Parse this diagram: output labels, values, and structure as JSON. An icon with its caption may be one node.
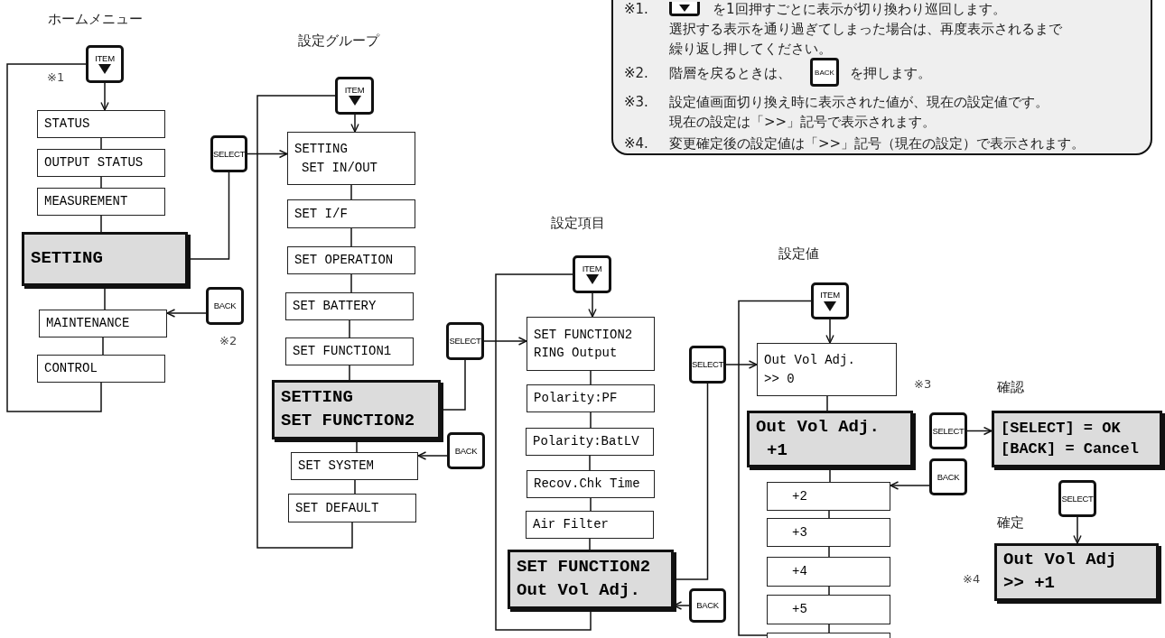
{
  "diagram": {
    "nodes": [
      {
        "text": [
          "ITEM"
        ]
      },
      {
        "text": [
          "STATUS"
        ]
      },
      {
        "text": [
          "OUTPUT STATUS"
        ]
      },
      {
        "text": [
          "MEASUREMENT"
        ]
      },
      {
        "text": [
          "SETTING"
        ]
      },
      {
        "text": [
          "MAINTENANCE"
        ]
      },
      {
        "text": [
          "CONTROL"
        ]
      },
      {
        "text": [
          "SELECT"
        ]
      },
      {
        "text": [
          "BACK"
        ]
      },
      {
        "text": [
          "ITEM"
        ]
      },
      {
        "text": [
          "SETTING",
          "SET IN/OUT"
        ]
      },
      {
        "text": [
          "SET I/F"
        ]
      },
      {
        "text": [
          "SET OPERATION"
        ]
      },
      {
        "text": [
          "SET BATTERY"
        ]
      },
      {
        "text": [
          "SET FUNCTION1"
        ]
      },
      {
        "text": [
          "SETTING",
          "SET FUNCTION2"
        ]
      },
      {
        "text": [
          "SET SYSTEM"
        ]
      },
      {
        "text": [
          "SET DEFAULT"
        ]
      },
      {
        "text": [
          "SELECT"
        ]
      },
      {
        "text": [
          "BACK"
        ]
      },
      {
        "text": [
          "ITEM"
        ]
      },
      {
        "text": [
          "SET FUNCTION2",
          "RING Output"
        ]
      },
      {
        "text": [
          "Polarity:PF"
        ]
      },
      {
        "text": [
          "Polarity:BatLV"
        ]
      },
      {
        "text": [
          "Recov.Chk Time"
        ]
      },
      {
        "text": [
          "Air Filter"
        ]
      },
      {
        "text": [
          "SET FUNCTION2",
          "Out Vol Adj."
        ]
      },
      {
        "text": [
          "SELECT"
        ]
      },
      {
        "text": [
          "BACK"
        ]
      },
      {
        "text": [
          "ITEM"
        ]
      },
      {
        "text": [
          "Out Vol Adj.",
          ">> 0"
        ]
      },
      {
        "text": [
          "Out Vol Adj.",
          "+1"
        ]
      },
      {
        "text": [
          "+2"
        ]
      },
      {
        "text": [
          "+3"
        ]
      },
      {
        "text": [
          "+4"
        ]
      },
      {
        "text": [
          "+5"
        ]
      },
      {
        "text": [],
        "shape": "box"
      },
      {
        "text": [
          "SELECT"
        ]
      },
      {
        "text": [
          "BACK"
        ]
      },
      {
        "text": [
          "[SELECT] = OK",
          "[BACK] = Cancel"
        ]
      },
      {
        "text": [
          "SELECT"
        ]
      },
      {
        "text": [
          "Out Vol Adj",
          ">> +1"
        ]
      }
    ],
    "edges": [
      {
        "from": 0,
        "to": 1,
        "arrow": "to"
      },
      {
        "from": 1,
        "to": 2,
        "arrow": "none"
      },
      {
        "from": 2,
        "to": 3,
        "arrow": "none"
      },
      {
        "from": 3,
        "to": 4,
        "arrow": "none"
      },
      {
        "from": 4,
        "to": 5,
        "arrow": "none"
      },
      {
        "from": 5,
        "to": 6,
        "arrow": "none"
      },
      {
        "from": 6,
        "to": 0,
        "arrow": "none"
      },
      {
        "from": 4,
        "to": 7,
        "arrow": "none"
      },
      {
        "from": 7,
        "to": 10,
        "arrow": "to"
      },
      {
        "from": 8,
        "to": 5,
        "arrow": "to"
      },
      {
        "from": 9,
        "to": 10,
        "arrow": "to"
      },
      {
        "from": 10,
        "to": 11,
        "arrow": "none"
      },
      {
        "from": 11,
        "to": 12,
        "arrow": "none"
      },
      {
        "from": 12,
        "to": 13,
        "arrow": "none"
      },
      {
        "from": 13,
        "to": 14,
        "arrow": "none"
      },
      {
        "from": 14,
        "to": 15,
        "arrow": "none"
      },
      {
        "from": 15,
        "to": 16,
        "arrow": "none"
      },
      {
        "from": 16,
        "to": 17,
        "arrow": "none"
      },
      {
        "from": 17,
        "to": 9,
        "arrow": "none"
      },
      {
        "from": 15,
        "to": 18,
        "arrow": "none"
      },
      {
        "from": 18,
        "to": 21,
        "arrow": "to"
      },
      {
        "from": 19,
        "to": 16,
        "arrow": "to"
      },
      {
        "from": 20,
        "to": 21,
        "arrow": "to"
      },
      {
        "from": 21,
        "to": 22,
        "arrow": "none"
      },
      {
        "from": 22,
        "to": 23,
        "arrow": "none"
      },
      {
        "from": 23,
        "to": 24,
        "arrow": "none"
      },
      {
        "from": 24,
        "to": 25,
        "arrow": "none"
      },
      {
        "from": 25,
        "to": 26,
        "arrow": "none"
      },
      {
        "from": 26,
        "to": 20,
        "arrow": "none"
      },
      {
        "from": 26,
        "to": 27,
        "arrow": "none"
      },
      {
        "from": 27,
        "to": 30,
        "arrow": "to"
      },
      {
        "from": 28,
        "to": 26,
        "arrow": "to"
      },
      {
        "from": 29,
        "to": 30,
        "arrow": "to"
      },
      {
        "from": 30,
        "to": 31,
        "arrow": "none"
      },
      {
        "from": 31,
        "to": 32,
        "arrow": "none"
      },
      {
        "from": 32,
        "to": 33,
        "arrow": "none"
      },
      {
        "from": 33,
        "to": 34,
        "arrow": "none"
      },
      {
        "from": 34,
        "to": 35,
        "arrow": "none"
      },
      {
        "from": 35,
        "to": 36,
        "arrow": "none"
      },
      {
        "from": 36,
        "to": 29,
        "arrow": "none"
      },
      {
        "from": 37,
        "to": 39,
        "arrow": "to"
      },
      {
        "from": 38,
        "to": 32,
        "arrow": "to"
      },
      {
        "from": 40,
        "to": 41,
        "arrow": "to"
      }
    ],
    "labels": [
      "※1.",
      "を1回押すごとに表示が切り換わり巡回します。",
      "選択する表示を通り過ぎてしまった場合は、再度表示されるまで繰り返し押してください。",
      "※2.",
      "階層を戻るときは、",
      "BACK",
      "を押します。",
      "※3.",
      "設定値画面切り換え時に表示された値が、現在の設定値です。現在の設定は「>>」記号で表示されます。",
      "※4.",
      "変更確定後の設定値は「>>」記号（現在の設定）で表示されます。",
      "ホームメニュー",
      "※1",
      "設定グループ",
      "※2",
      "設定項目",
      "設定値",
      "※3",
      "確認",
      "確定",
      "※4"
    ]
  }
}
